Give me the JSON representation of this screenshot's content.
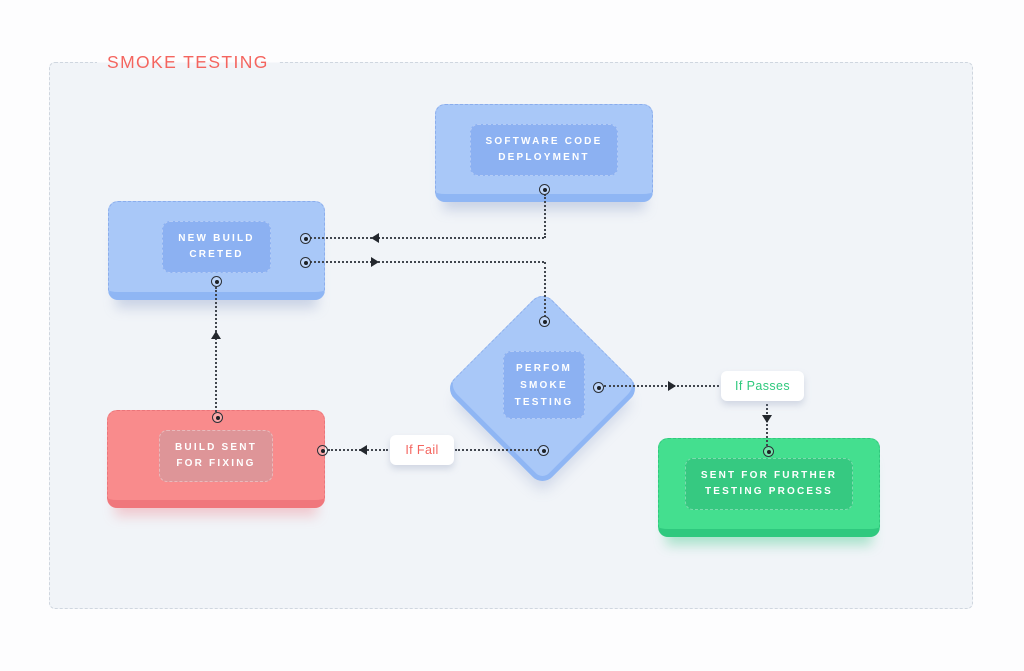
{
  "title": "SMOKE TESTING",
  "nodes": {
    "deployment": {
      "label": "SOFTWARE CODE\nDEPLOYMENT"
    },
    "new_build": {
      "label": "NEW BUILD\nCRETED"
    },
    "smoke_test": {
      "label": "PERFOM\nSMOKE\nTESTING"
    },
    "build_fix": {
      "label": "BUILD SENT\nFOR FIXING"
    },
    "further_testing": {
      "label": "SENT FOR FURTHER\nTESTING PROCESS"
    }
  },
  "edge_labels": {
    "fail": "If Fail",
    "passes": "If Passes"
  },
  "colors": {
    "panel_bg": "#f1f4f8",
    "panel_border": "#cfd6df",
    "accent_red": "#f4655f",
    "accent_green": "#2fc97e",
    "blue": "#a9c8f8",
    "blue_dark": "#8fb6f4",
    "blue_inner": "#8cb1f2",
    "red": "#f98b8c",
    "red_dark": "#f0777c",
    "red_inner": "#de9598",
    "green": "#44df8f",
    "green_dark": "#2fc97e",
    "green_inner": "#36c981",
    "line": "#41464e",
    "arrow": "#23272d"
  }
}
